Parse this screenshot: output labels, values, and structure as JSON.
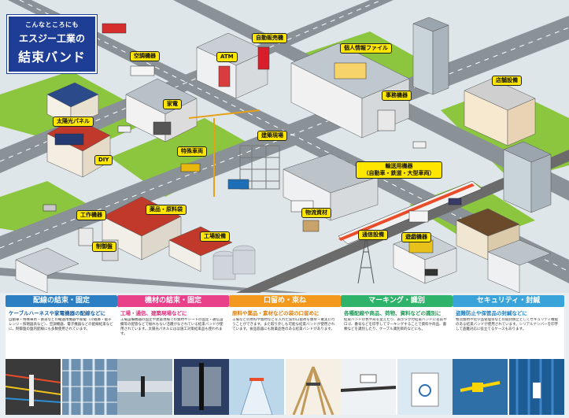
{
  "banner": {
    "line1": "こんなところにも",
    "line2": "エスジー工業の",
    "line3": "結束バンド"
  },
  "labels": {
    "aircon": "空調機器",
    "atm": "ATM",
    "vending": "自動販売機",
    "personal_file": "個人情報ファイル",
    "shop": "店舗設備",
    "solar": "太陽光パネル",
    "appliance": "家電",
    "office": "事務機器",
    "special_vehicle": "特殊車両",
    "construction": "建築現場",
    "diy": "DIY",
    "transport_line1": "輸送用機器",
    "transport_line2": "（自動車・鉄道・大型車両）",
    "machine": "工作機器",
    "materials": "薬品・原料袋",
    "logistics": "物流資材",
    "control_panel": "制御盤",
    "factory": "工場設備",
    "comm": "通信設備",
    "amusement": "遊戯機器"
  },
  "categories": [
    {
      "title": "配線の結束・固定",
      "color": "#2c7fc3",
      "subtitle": "ケーブルハーネスや家電機器の配線などに",
      "subcolor": "#1c5f9e",
      "desc": "自動車・特殊車両・鉄道などの輸送用機器や家電（冷蔵庫・電子レンジ・照明器具など）、空調機器、電子機器などの配線結束などに。制御盤の盤内配線にも多数使用されています。"
    },
    {
      "title": "機材の結束・固定",
      "color": "#e8418a",
      "subtitle": "工場・通信、建築現場などに",
      "subcolor": "#d6307a",
      "desc": "工場設備機器の固定や建築現場での資材やシートの固定・通信設備等の配管などで紛れもない活躍がなされている結束バンドが使用されています。太陽光パネルにはは施工対策結束品も使われます。"
    },
    {
      "title": "口留め・束ね",
      "color": "#f39a1e",
      "subtitle": "原料や薬品・素材などの袋の口留めに",
      "subcolor": "#e07d08",
      "desc": "工場などの原料や資材などを入れた袋の口留めを簡単・確実に行うことができます。また取り外しも可能な結束バンドが使用されています。食品容器にも耐薬品性のある結束バンドがあります。"
    },
    {
      "title": "マーキング・識別",
      "color": "#2fb36b",
      "subtitle": "各種配線や商品、荷物、資料などの識別に",
      "subcolor": "#1f9a57",
      "desc": "結束バンドの色や形を変えたり、表示タグ付結束バンドに名前やロゴ、番号などを印字してマーキングすることで資料や商品、書類などを識別したり、ケーブル識別目的などにも。"
    },
    {
      "title": "セキュリティ・封緘",
      "color": "#3aa3d9",
      "subtitle": "盗難防止や保管品の封緘などに",
      "subcolor": "#1f7fc0",
      "desc": "物流資材や化学品管理等などの開封防止としてセキュリティ機能のある結束バンドが使用されています。シリアルナンバーを印字して盗難対応に役立てるケースもあります。"
    }
  ]
}
